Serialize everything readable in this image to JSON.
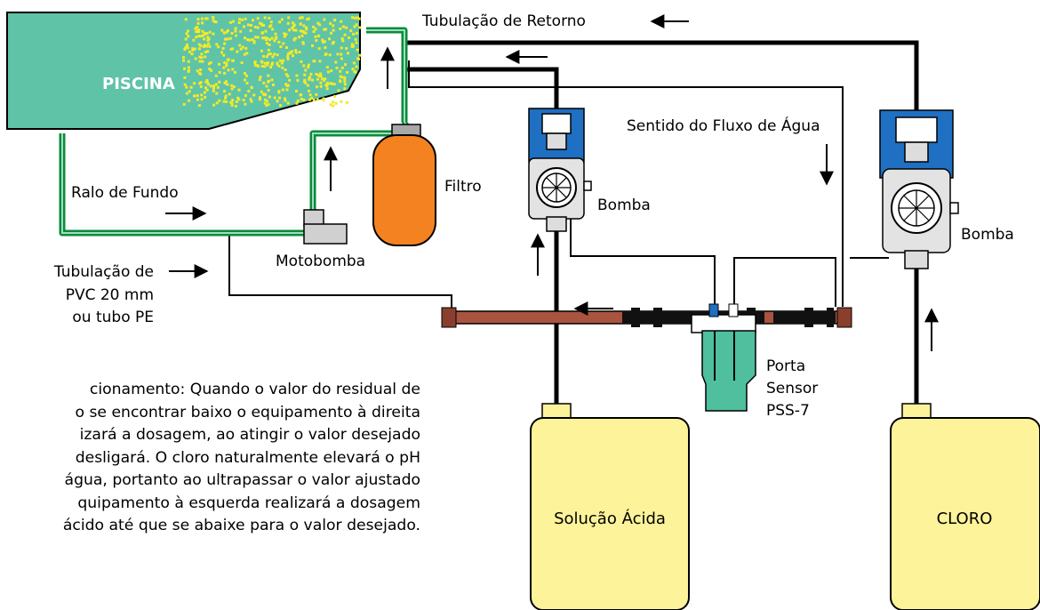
{
  "labels": {
    "piscina": "PISCINA",
    "tubulacao_retorno": "Tubulação de Retorno",
    "sentido_fluxo": "Sentido do Fluxo de Água",
    "filtro": "Filtro",
    "bomba_left": "Bomba",
    "bomba_right": "Bomba",
    "ralo_fundo": "Ralo de Fundo",
    "motobomba": "Motobomba",
    "tubulacao_pvc": [
      "Tubulação de",
      "PVC 20 mm",
      "ou tubo PE"
    ],
    "porta_sensor": [
      "Porta",
      "Sensor",
      "PSS-7"
    ],
    "solucao_acida": "Solução Ácida",
    "cloro": "CLORO"
  },
  "description": [
    "cionamento: Quando o valor do residual de",
    "o se encontrar baixo o equipamento à direita",
    "izará a dosagem, ao atingir o valor desejado",
    "desligará. O cloro naturalmente elevará o pH",
    "água, portanto ao ultrapassar o valor ajustado",
    "quipamento à esquerda realizará a dosagem",
    "ácido até que se abaixe para o valor desejado."
  ],
  "colors": {
    "pool": "#5fc3a8",
    "pipe_green": "#0d8a3a",
    "filter": "#f58220",
    "tank": "#fdf39a",
    "pump_blue": "#1f6fc2",
    "pipe_red": "#a8543f",
    "sensor": "#4fbf9e",
    "bubbles": "#f2ea2a"
  }
}
